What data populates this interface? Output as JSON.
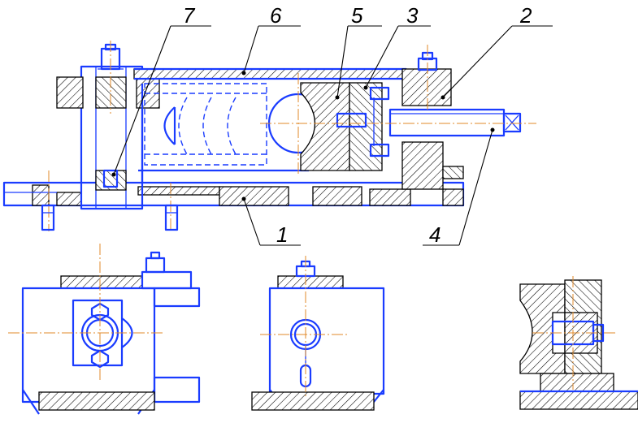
{
  "labels": {
    "part_1": "1",
    "part_2": "2",
    "part_3": "3",
    "part_4": "4",
    "part_5": "5",
    "part_6": "6",
    "part_7": "7"
  },
  "colors": {
    "outline": "#1a3cff",
    "centerline": "#e08a2a",
    "hatch": "#000000",
    "background": "#ffffff"
  }
}
